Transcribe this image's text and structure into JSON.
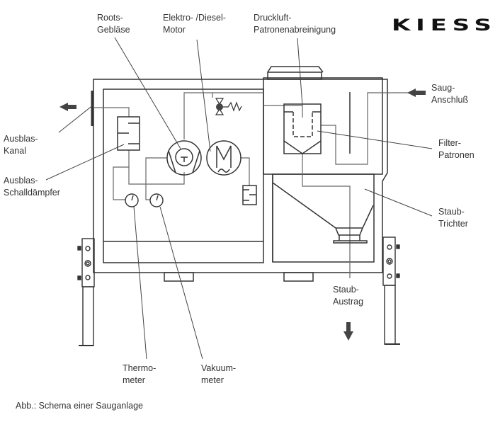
{
  "logo": "KIESS",
  "labels": {
    "roots_geblaese": [
      "Roots-",
      "Gebläse"
    ],
    "motor": [
      "Elektro- /Diesel-",
      "Motor"
    ],
    "druckluft": [
      "Druckluft-",
      "Patronenabreinigung"
    ],
    "saug_anschluss": [
      "Saug-",
      "Anschluß"
    ],
    "ausblas_kanal": [
      "Ausblas-",
      "Kanal"
    ],
    "ausblas_schalldaempfer": [
      "Ausblas-",
      "Schalldämpfer"
    ],
    "filter_patronen": [
      "Filter-",
      "Patronen"
    ],
    "staub_trichter": [
      "Staub-",
      "Trichter"
    ],
    "staub_austrag": [
      "Staub-",
      "Austrag"
    ],
    "thermometer": [
      "Thermo-",
      "meter"
    ],
    "vakuummeter": [
      "Vakuum-",
      "meter"
    ]
  },
  "caption": "Abb.: Schema einer Sauganlage",
  "colors": {
    "line": "#333333",
    "thin": "#666666",
    "arrow": "#444444"
  }
}
